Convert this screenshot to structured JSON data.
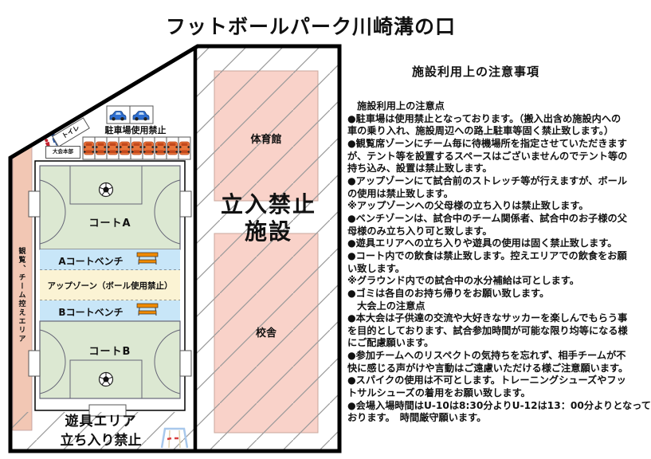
{
  "title": "フットボールパーク川崎溝の口",
  "map": {
    "viewing_strip_label": "観覧、チーム控えエリア",
    "parking": {
      "no_use_label": "駐車場使用禁止",
      "stall_count": 9
    },
    "toilet_label": "トイレ",
    "hq_label": "大会本部",
    "court_a_label": "コートA",
    "bench_a_label": "Aコートベンチ",
    "up_zone_label": "アップゾーン（ボール使用禁止）",
    "bench_b_label": "Bコートベンチ",
    "court_b_label": "コートB",
    "playground_line1": "遊具エリア",
    "playground_line2": "立ち入り禁止",
    "no_entry": {
      "line1": "立入禁止",
      "line2": "施設",
      "gym_label": "体育館",
      "school_label": "校舎"
    }
  },
  "notes": {
    "heading": "施設利用上の注意事項",
    "lines": [
      "　施設利用上の注意点",
      "●駐車場は使用禁止となっております。（搬入出含め施設内への",
      "車の乗り入れ、施設周辺への路上駐車等固く禁止致します。）",
      "●観覧席ゾーンにチーム毎に待機場所を指定させていただきます",
      "が、テント等を設置するスペースはございませんのでテント等の",
      "持ち込み、設置は禁止致します。",
      "●アップゾーンにて試合前のストレッチ等が行えますが、ボール",
      "の使用は禁止致します。",
      "※アップゾーンへの父母様の立ち入りは禁止致します。",
      "●ベンチゾーンは、試合中のチーム関係者、試合中のお子様の父",
      "母様のみ立ち入り可と致します。",
      "●遊具エリアへの立ち入りや遊具の使用は固く禁止致します。",
      "●コート内での飲食は禁止致します。控えエリアでの飲食をお願",
      "い致します。",
      "※グラウンド内での試合中の水分補給は可とします。",
      "●ゴミは各自のお持ち帰りをお願い致します。",
      "　大会上の注意点",
      "●本大会は子供達の交流や大好きなサッカーを楽しんでもらう事",
      "を目的としております、試合参加時間が可能な限り均等になる様",
      "にご配慮願います。",
      "●参加チームへのリスペクトの気持ちを忘れず、相手チームが不",
      "快に感じる声がけや言動はご遠慮いただける様ご注意願います。",
      "●スパイクの使用は不可とします。トレーニングシューズやフッ",
      "トサルシューズの着用をお願い致します。",
      "●会場入場時間はU-10は8:30分よりU-12は13：00分よりとなって",
      "おります。　時間厳守願います。"
    ]
  },
  "colors": {
    "field_green": "#dce8d2",
    "bench_blue": "#c8e6f8",
    "upzone_cream": "#fbf3d4",
    "building_pink": "#f9d2c9",
    "strip_salmon": "#f2c7b4",
    "bench_orange": "#f08a00",
    "car_orange": "#e8743a",
    "car_blue": "#2f6fd0"
  }
}
